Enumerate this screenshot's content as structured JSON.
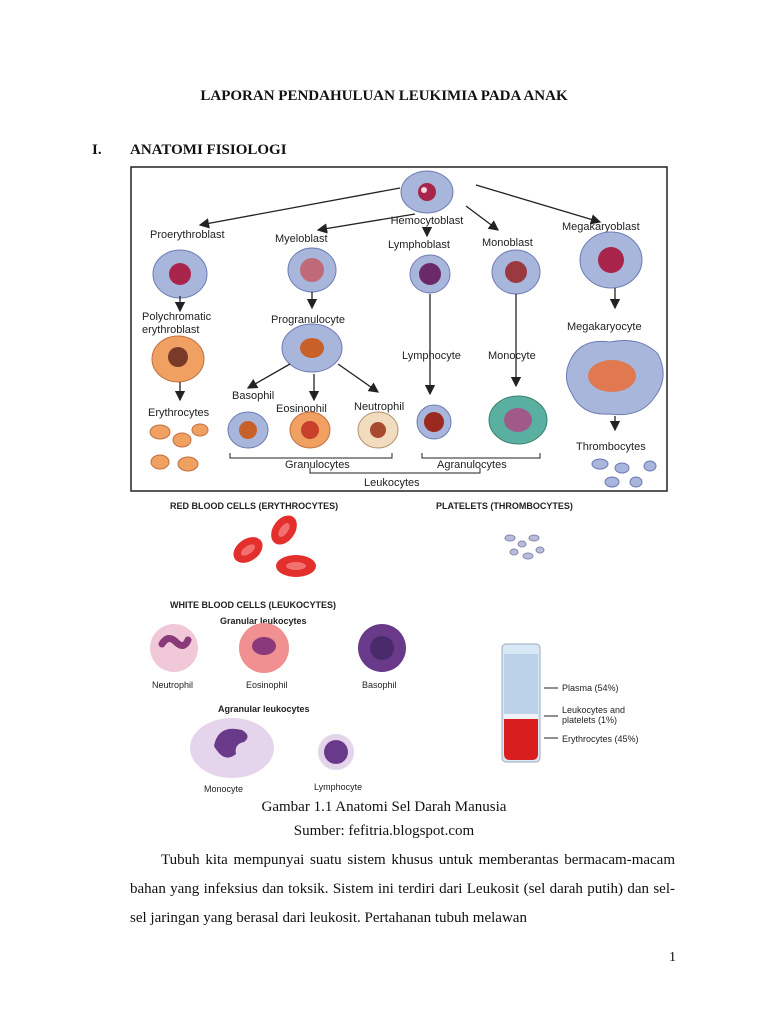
{
  "document": {
    "title": "LAPORAN PENDAHULUAN LEUKIMIA PADA ANAK",
    "section_number": "I.",
    "section_title": "ANATOMI FISIOLOGI",
    "figure_caption": "Gambar 1.1 Anatomi Sel Darah Manusia",
    "figure_source": "Sumber: fefitria.blogspot.com",
    "paragraph": "Tubuh kita mempunyai suatu sistem khusus untuk memberantas bermacam-macam bahan yang infeksius dan toksik. Sistem ini terdiri dari Leukosit (sel darah putih) dan sel-sel jaringan yang berasal dari leukosit.  Pertahanan tubuh melawan",
    "page_number": "1"
  },
  "hematopoiesis_diagram": {
    "hemocytoblast": "Hemocytoblast",
    "proerythroblast": "Proerythroblast",
    "myeloblast": "Myeloblast",
    "lymphoblast": "Lymphoblast",
    "monoblast": "Monoblast",
    "megakaryoblast": "Megakaryoblast",
    "polychromatic_1": "Polychromatic",
    "polychromatic_2": "erythroblast",
    "progranulocyte": "Progranulocyte",
    "lymphocyte": "Lymphocyte",
    "monocyte": "Monocyte",
    "megakaryocyte": "Megakaryocyte",
    "basophil": "Basophil",
    "eosinophil": "Eosinophil",
    "neutrophil": "Neutrophil",
    "erythrocytes": "Erythrocytes",
    "thrombocytes": "Thrombocytes",
    "granulocytes": "Granulocytes",
    "agranulocytes": "Agranulocytes",
    "leukocytes": "Leukocytes"
  },
  "blood_cells_figure": {
    "rbc_title": "RED BLOOD CELLS (ERYTHROCYTES)",
    "platelets_title": "PLATELETS (THROMBOCYTES)",
    "wbc_title": "WHITE BLOOD CELLS (LEUKOCYTES)",
    "granular_title": "Granular leukocytes",
    "neutrophil": "Neutrophil",
    "eosinophil": "Eosinophil",
    "basophil": "Basophil",
    "agranular_title": "Agranular leukocytes",
    "monocyte": "Monocyte",
    "lymphocyte": "Lymphocyte",
    "plasma": "Plasma (54%)",
    "leuko_platelets_1": "Leukocytes and",
    "leuko_platelets_2": "platelets (1%)",
    "erythrocytes_pct": "Erythrocytes (45%)"
  }
}
